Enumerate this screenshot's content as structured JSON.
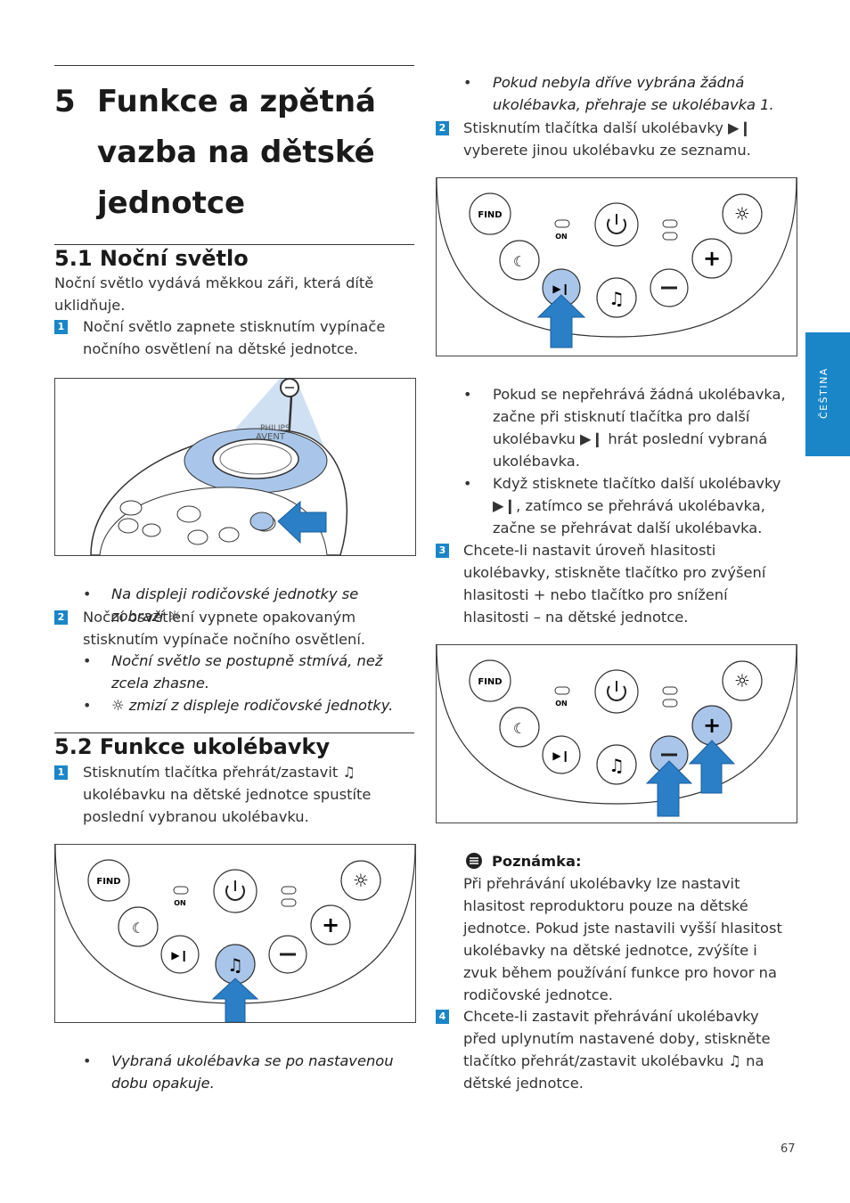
{
  "chapter": {
    "number": "5",
    "title": "Funkce a zpětná vazba na dětské jednotce"
  },
  "section1": {
    "heading": "5.1 Noční světlo",
    "intro": "Noční světlo vydává měkkou záři, která dítě uklidňuje.",
    "step1": {
      "num": "1",
      "text": "Noční světlo zapnete stisknutím vypínače nočního osvětlení na dětské jednotce."
    },
    "bullet1": "Na displeji rodičovské jednotky se zobrazí ☼.",
    "step2": {
      "num": "2",
      "text": "Noční osvětlení vypnete opakovaným stisknutím vypínače nočního osvětlení."
    },
    "bullet2": "Noční světlo se postupně stmívá, než zcela zhasne.",
    "bullet3": "☼ zmizí z displeje rodičovské jednotky."
  },
  "section2": {
    "heading": "5.2 Funkce ukolébavky",
    "step1": {
      "num": "1",
      "text": "Stisknutím tlačítka přehrát/zastavit ♫ ukolébavku na dětské jednotce spustíte poslední vybranou ukolébavku."
    },
    "bullet1": "Vybraná ukolébavka se po nastavenou dobu opakuje.",
    "bullet_top": "Pokud nebyla dříve vybrána žádná ukolébavka, přehraje se ukolébavka 1.",
    "step2": {
      "num": "2",
      "text": "Stisknutím tlačítka další ukolébavky ▶❙ vyberete jinou ukolébavku ze seznamu."
    },
    "bullet2": "Pokud se nepřehrává žádná ukolébavka, začne při stisknutí tlačítka pro další ukolébavku ▶❙ hrát poslední vybraná ukolébavka.",
    "bullet3": "Když stisknete tlačítko další ukolébavky ▶❙, zatímco se přehrává ukolébavka, začne se přehrávat další ukolébavka.",
    "step3": {
      "num": "3",
      "text": "Chcete-li nastavit úroveň hlasitosti ukolébavky, stiskněte tlačítko pro zvýšení hlasitosti + nebo tlačítko pro snížení hlasitosti – na dětské jednotce."
    },
    "note": {
      "title": "Poznámka:",
      "text": "Při přehrávání ukolébavky lze nastavit hlasitost reproduktoru pouze na dětské jednotce. Pokud jste nastavili vyšší hlasitost ukolébavky na dětské jednotce, zvýšíte i zvuk během používání funkce pro hovor na rodičovské jednotce."
    },
    "step4": {
      "num": "4",
      "text": "Chcete-li zastavit přehrávání ukolébavky před uplynutím nastavené doby, stiskněte tlačítko přehrát/zastavit ukolébavku ♫ na dětské jednotce."
    }
  },
  "device": {
    "find_label": "FIND",
    "on_label": "ON",
    "brand": "PHILIPS",
    "logo": "AVENT"
  },
  "side_tab": "ČEŠTINA",
  "page_number": "67",
  "colors": {
    "accent": "#1a86c8",
    "highlight": "#a9c6ea",
    "arrow": "#2a7fc6"
  }
}
